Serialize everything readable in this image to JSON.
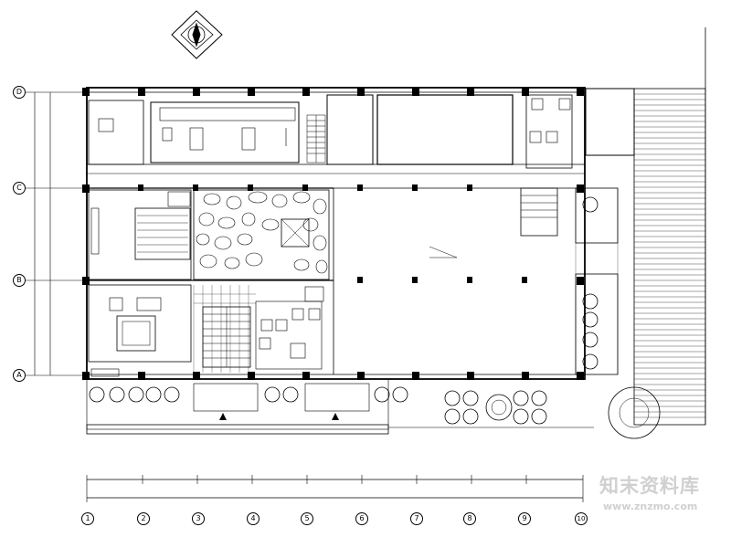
{
  "plan": {
    "grid_rows": [
      "D",
      "C",
      "B",
      "A"
    ],
    "grid_columns": [
      "1",
      "2",
      "3",
      "4",
      "5",
      "6",
      "7",
      "8",
      "9",
      "10"
    ]
  },
  "watermark": {
    "title": "知末资料库",
    "url": "www.znzmo.com"
  },
  "colors": {
    "line": "#000000",
    "column": "#000000",
    "watermark": "#d0d0d0"
  }
}
